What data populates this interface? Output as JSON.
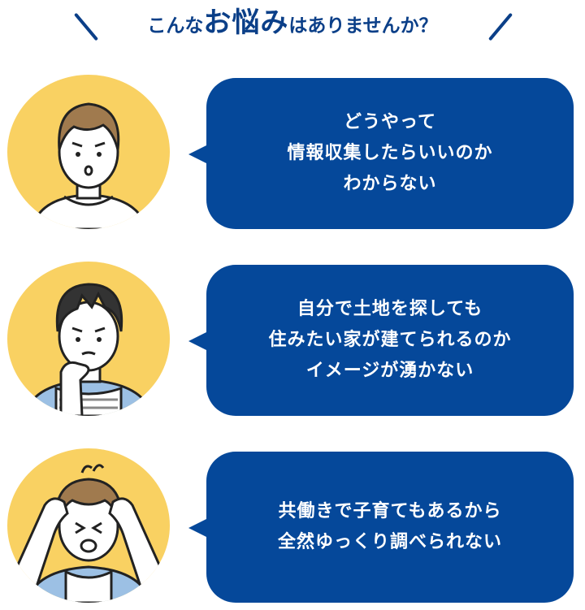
{
  "header": {
    "pre": "こんな",
    "emphasis": "お悩み",
    "post": "はありませんか？"
  },
  "concerns": [
    {
      "lines": [
        "どうやって",
        "情報収集したらいいのか",
        "わからない"
      ]
    },
    {
      "lines": [
        "自分で土地を探しても",
        "住みたい家が建てられるのか",
        "イメージが湧かない"
      ]
    },
    {
      "lines": [
        "共働きで子育てもあるから",
        "全然ゆっくり調べられない"
      ]
    }
  ],
  "colors": {
    "accent": "#05489a",
    "title": "#0b3f88",
    "circle": "#f9d162"
  },
  "icons": [
    "man-puzzled-illustration",
    "man-thinking-illustration",
    "woman-stressed-illustration"
  ]
}
